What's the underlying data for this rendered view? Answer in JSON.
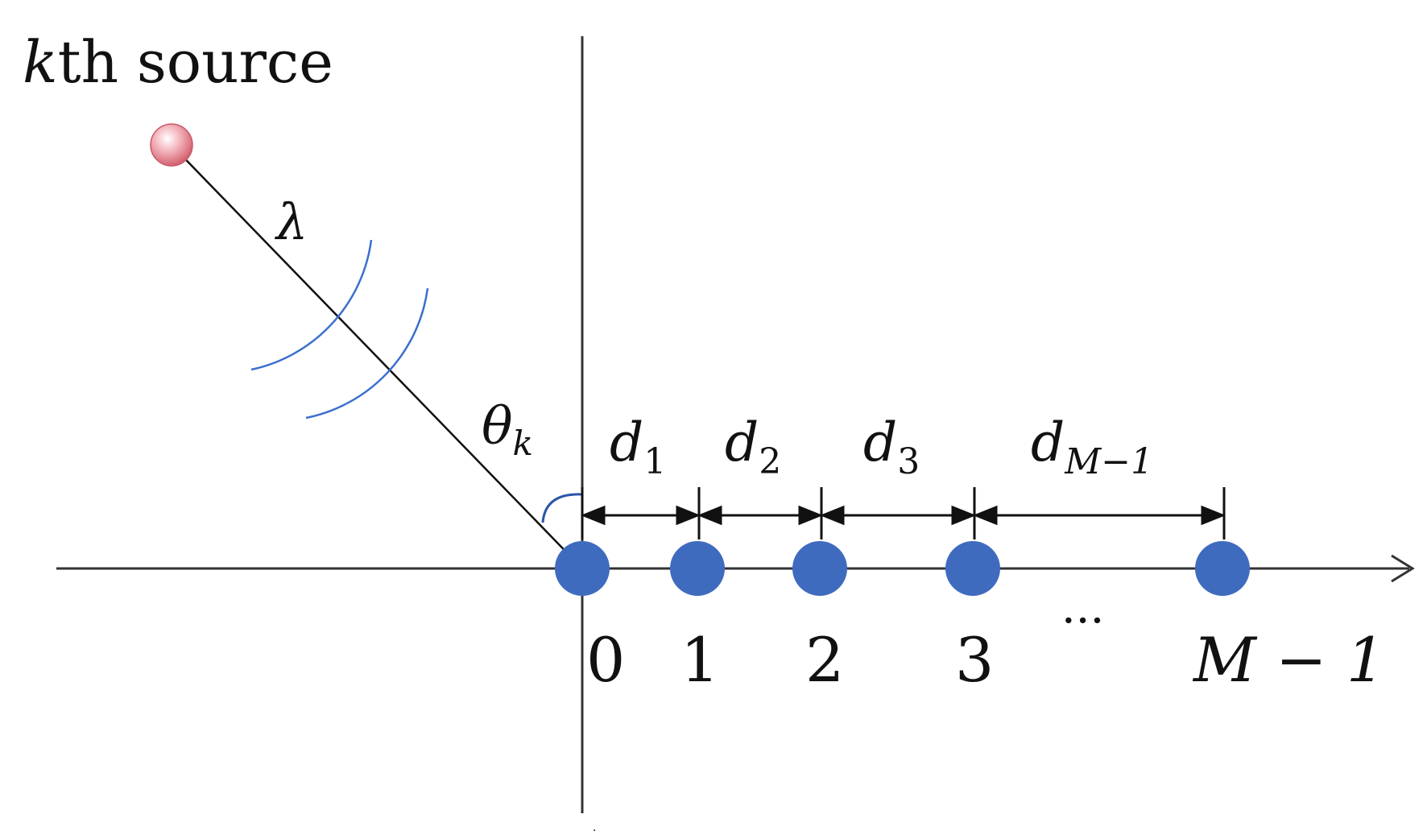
{
  "source": {
    "label_italic": "k",
    "label_rest": "th source",
    "color": "#e58a96"
  },
  "wavelength_label": "λ",
  "angle": {
    "symbol": "θ",
    "subscript": "k"
  },
  "spacings": [
    {
      "symbol": "d",
      "subscript": "1"
    },
    {
      "symbol": "d",
      "subscript": "2"
    },
    {
      "symbol": "d",
      "subscript": "3"
    },
    {
      "symbol": "d",
      "subscript": "M−1"
    }
  ],
  "sensors": [
    {
      "index_label": "0"
    },
    {
      "index_label": "1"
    },
    {
      "index_label": "2"
    },
    {
      "index_label": "3"
    },
    {
      "index_label": "M − 1"
    }
  ],
  "ellipsis": "···",
  "colors": {
    "sensor": "#3f6bbf",
    "wavefront": "#3a6fcf",
    "axis": "#333333",
    "line": "#111111"
  }
}
